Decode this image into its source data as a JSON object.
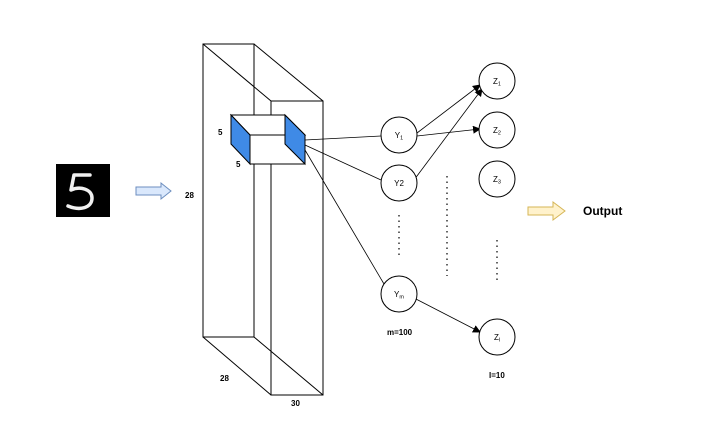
{
  "input_image": {
    "digit": "5"
  },
  "cube": {
    "height_label": "28",
    "width_label": "28",
    "depth_label": "30",
    "kernel_h_label": "5",
    "kernel_w_label": "5"
  },
  "hidden_layer": {
    "nodes": [
      {
        "base": "Y",
        "sub": "1"
      },
      {
        "base": "Y",
        "sub": "2"
      },
      {
        "base": "Y",
        "sub": "m"
      }
    ],
    "size_label": "m=100"
  },
  "output_layer": {
    "nodes": [
      {
        "base": "Z",
        "sub": "1"
      },
      {
        "base": "Z",
        "sub": "2"
      },
      {
        "base": "Z",
        "sub": "3"
      },
      {
        "base": "Z",
        "sub": "l"
      }
    ],
    "size_label": "l=10"
  },
  "output_label": "Output",
  "colors": {
    "kernel_fill": "#3f8ae6",
    "input_arrow": "#dae8fc",
    "input_arrow_stroke": "#6c8ebf",
    "output_arrow": "#fff2cc",
    "output_arrow_stroke": "#d6b656"
  },
  "icons": [
    "arrow-right-icon"
  ]
}
